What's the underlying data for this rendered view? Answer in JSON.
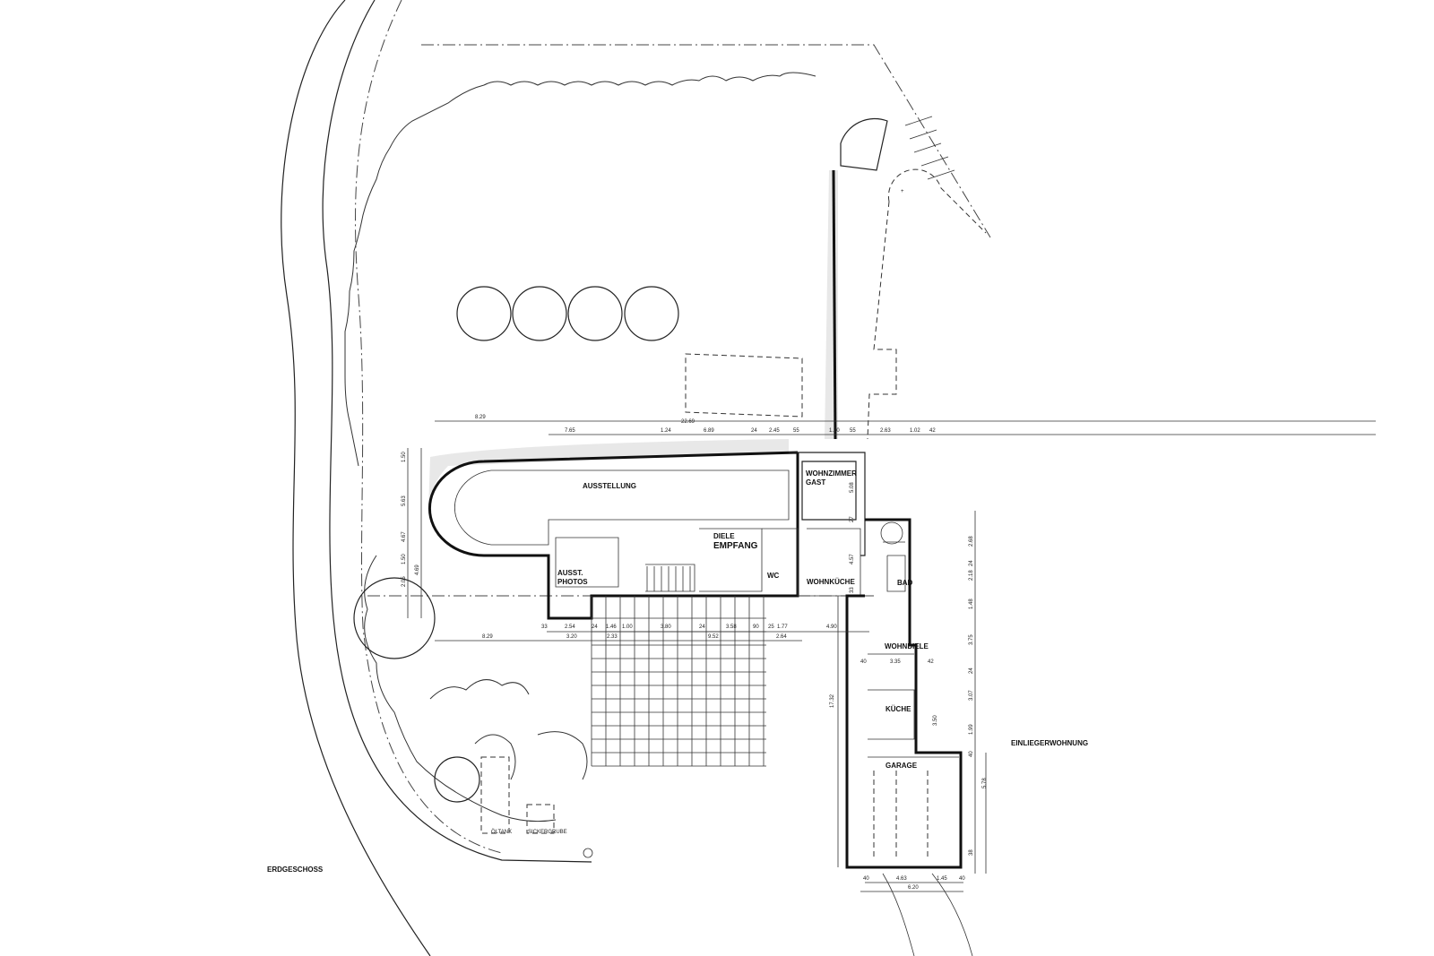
{
  "title": "ERDGESCHOSS",
  "rooms": {
    "ausstellung": "AUSSTELLUNG",
    "diele": "DIELE",
    "empfang": "EMPFANG",
    "wohnzimmer": "WOHNZIMMER",
    "gast": "GAST",
    "ausst": "AUSST.",
    "photos": "PHOTOS",
    "wc": "WC",
    "wohnkueche": "WOHNKÜCHE",
    "bad": "BAD",
    "wohndiele": "WOHNDIELE",
    "kueche": "KÜCHE",
    "garage": "GARAGE",
    "einlieger": "EINLIEGERWOHNUNG",
    "oeltank": "ÖLTANK",
    "sickergrube": "SICKERGRUBE"
  },
  "dims": {
    "top1": [
      "8.29",
      "22.69"
    ],
    "top2": [
      "7.65",
      "1.24",
      "6.89",
      "24",
      "2.45",
      "55",
      "1.20",
      "55",
      "2.63",
      "1.02",
      "42"
    ],
    "left": [
      "1.50",
      "5.63",
      "4.67",
      "1.50",
      "2.05",
      "4.69"
    ],
    "bottom1": [
      "33",
      "2.54",
      "24",
      "1.46",
      "1.00",
      "3.80",
      "24",
      "3.58",
      "90",
      "25",
      "1.77",
      "4.90"
    ],
    "bottom2": [
      "8.29",
      "3.20",
      "2.33",
      "9.52",
      "2.64"
    ],
    "wing": [
      "5.08",
      "27",
      "4.57",
      "33",
      "3.35",
      "40",
      "42",
      "3.50",
      "17.32"
    ],
    "right": [
      "2.68",
      "24",
      "2.18",
      "1.48",
      "3.75",
      "24",
      "3.07",
      "1.99",
      "40",
      "5.78",
      "38"
    ],
    "garage_bottom": [
      "40",
      "4.63",
      "1.45",
      "40",
      "6.20"
    ]
  }
}
